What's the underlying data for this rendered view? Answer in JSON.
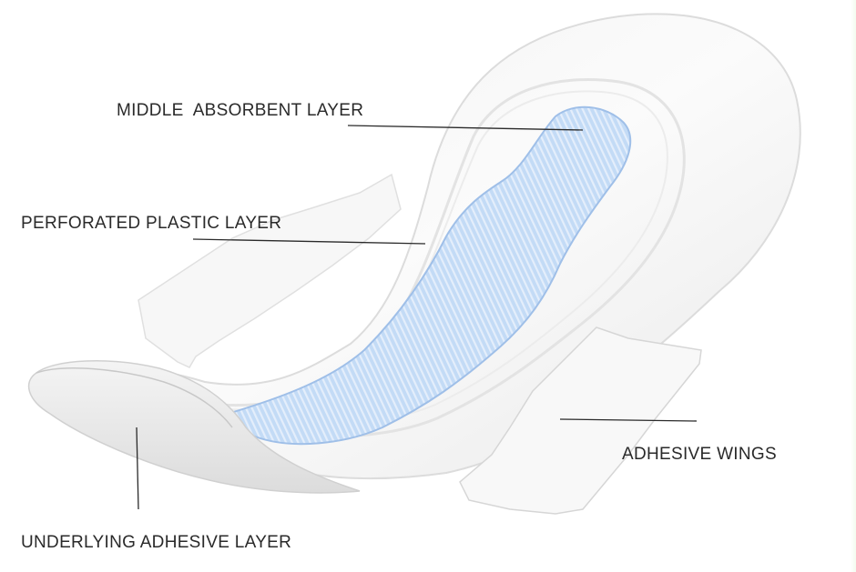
{
  "labels": {
    "middle_absorbent_layer": "MIDDLE  ABSORBENT LAYER",
    "perforated_plastic_layer": "PERFORATED PLASTIC LAYER",
    "adhesive_wings": "ADHESIVE WINGS",
    "underlying_adhesive_layer": "UNDERLYING ADHESIVE LAYER"
  },
  "colors": {
    "background": "#ffffff",
    "pad": "#fafafa",
    "pad_shadow": "#d9d9d9",
    "absorbent_core": "#b9d3f2",
    "absorbent_stripes": "#d8e7f8",
    "leader_line": "#2a2a2a",
    "label_text": "#2a2a2a"
  }
}
